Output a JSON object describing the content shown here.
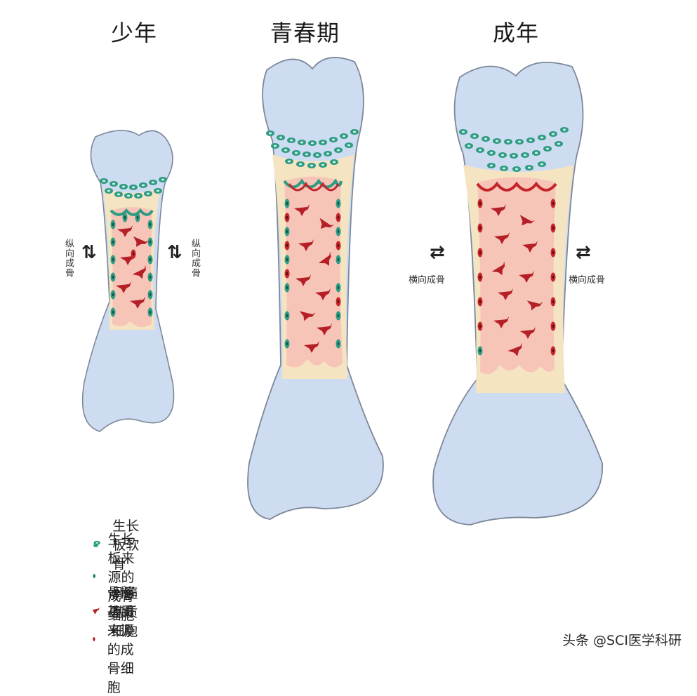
{
  "titles": {
    "child": "少年",
    "adolescent": "青春期",
    "adult": "成年"
  },
  "arrows": {
    "longitudinal": "纵向成骨",
    "transverse": "横向成骨"
  },
  "legend": [
    {
      "icon": "growth-plate-cartilage-icon",
      "label": "生长板软骨"
    },
    {
      "icon": "growth-plate-osteoblast-icon",
      "label": "生长板来源的成骨细胞"
    },
    {
      "icon": "marrow-stromal-cell-icon",
      "label": "骨髓基质细胞"
    },
    {
      "icon": "marrow-osteoblast-icon",
      "label": "骨髓基质来源的成骨细胞"
    }
  ],
  "colors": {
    "bone_end": "#cddcf0",
    "cortex": "#f5e4c2",
    "marrow": "#f7c5b8",
    "cartilage": "#2e9b82",
    "marrow_cell": "#c4252b"
  },
  "watermark": "头条 @SCI医学科研"
}
